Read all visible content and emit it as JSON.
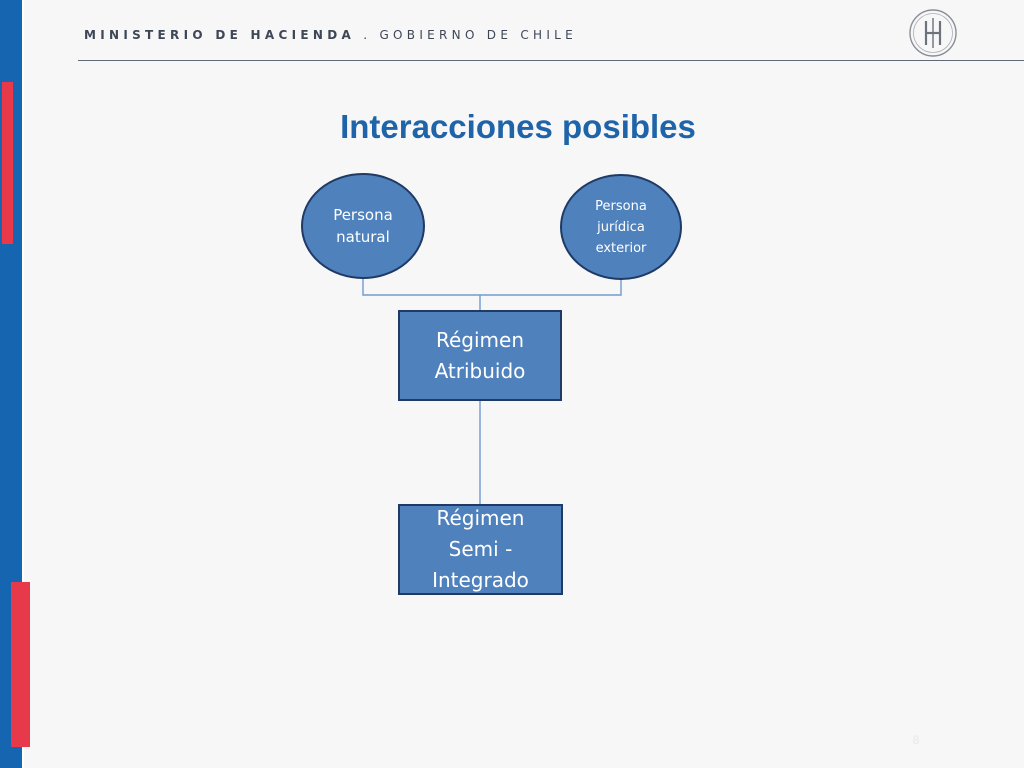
{
  "header": {
    "org_bold": "MINISTERIO DE HACIENDA",
    "separator": ".",
    "org_light": "GOBIERNO DE CHILE"
  },
  "slide": {
    "title": "Interacciones posibles",
    "page_number": "8"
  },
  "diagram": {
    "nodes": {
      "persona_natural": "Persona\nnatural",
      "persona_juridica": "Persona\njurídica\nexterior",
      "regimen_atribuido": "Régimen\nAtribuido",
      "regimen_semi": "Régimen\nSemi -\nIntegrado"
    }
  },
  "colors": {
    "brand_blue": "#1565b0",
    "brand_red": "#e8394a",
    "node_fill": "#4f81bd",
    "node_border": "#1f3a64",
    "connector": "#6f9bd1",
    "title": "#1f64a8"
  },
  "icons": {
    "logo": "ministerio-hacienda-seal-icon"
  }
}
